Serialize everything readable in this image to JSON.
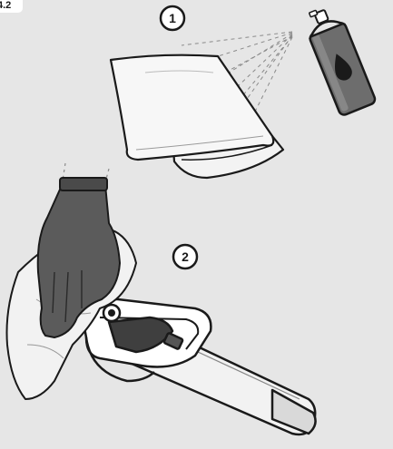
{
  "figure_label": "4.2",
  "steps": [
    {
      "number": "1"
    },
    {
      "number": "2"
    }
  ],
  "icons": {
    "spray_can": "spray-can-icon",
    "cloth": "cleaning-cloth",
    "hand": "gloved-hand",
    "tool": "crimping-tool"
  },
  "colors": {
    "background": "#e6e6e6",
    "outline": "#1a1a1a",
    "can_body": "#6b6b6b",
    "glove": "#555555"
  }
}
